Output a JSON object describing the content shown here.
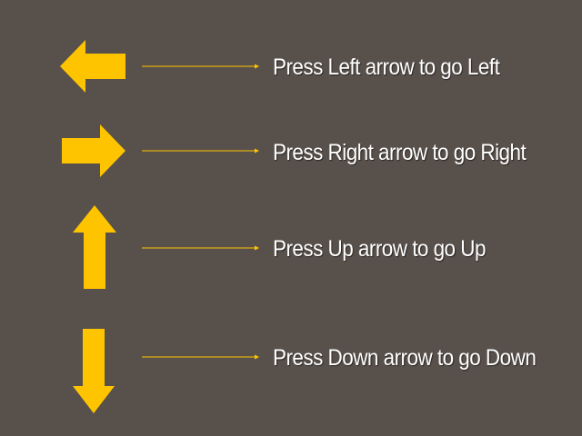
{
  "colors": {
    "background": "#58504b",
    "arrow": "#ffc400",
    "line": "#ffc400",
    "text": "#ffffff"
  },
  "instructions": [
    {
      "direction": "left",
      "icon": "arrow-left-icon",
      "text": "Press Left arrow to go Left"
    },
    {
      "direction": "right",
      "icon": "arrow-right-icon",
      "text": "Press Right arrow to go Right"
    },
    {
      "direction": "up",
      "icon": "arrow-up-icon",
      "text": "Press Up arrow to go Up"
    },
    {
      "direction": "down",
      "icon": "arrow-down-icon",
      "text": "Press Down arrow to go Down"
    }
  ]
}
